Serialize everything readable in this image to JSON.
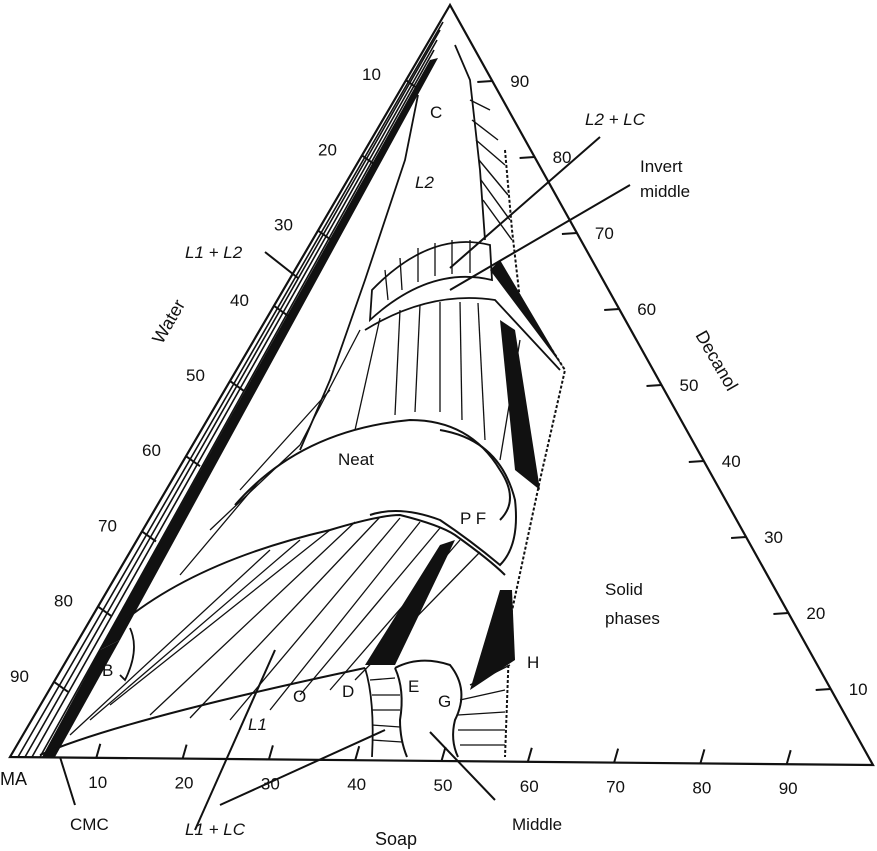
{
  "axes": {
    "water": "Water",
    "decanol": "Decanol",
    "soap": "Soap",
    "origin": "MA"
  },
  "ticks": {
    "soap": [
      "10",
      "20",
      "30",
      "40",
      "50",
      "60",
      "70",
      "80",
      "90"
    ],
    "water": [
      "10",
      "20",
      "30",
      "40",
      "50",
      "60",
      "70",
      "80",
      "90"
    ],
    "decanol": [
      "90",
      "80",
      "70",
      "60",
      "50",
      "40",
      "30",
      "20",
      "10"
    ]
  },
  "labels": {
    "c": "C",
    "l2": "L2",
    "l2_lc": "L2 + LC",
    "invert_middle_1": "Invert",
    "invert_middle_2": "middle",
    "l1_l2": "L1 + L2",
    "neat": "Neat",
    "pf": "P F",
    "solid_1": "Solid",
    "solid_2": "phases",
    "b": "B",
    "h": "H",
    "o": "O",
    "d": "D",
    "e": "E",
    "g": "G",
    "l1": "L1",
    "cmc": "CMC",
    "l1_lc": "L1 + LC",
    "middle": "Middle"
  },
  "colors": {
    "line": "#111111",
    "background": "#ffffff"
  }
}
